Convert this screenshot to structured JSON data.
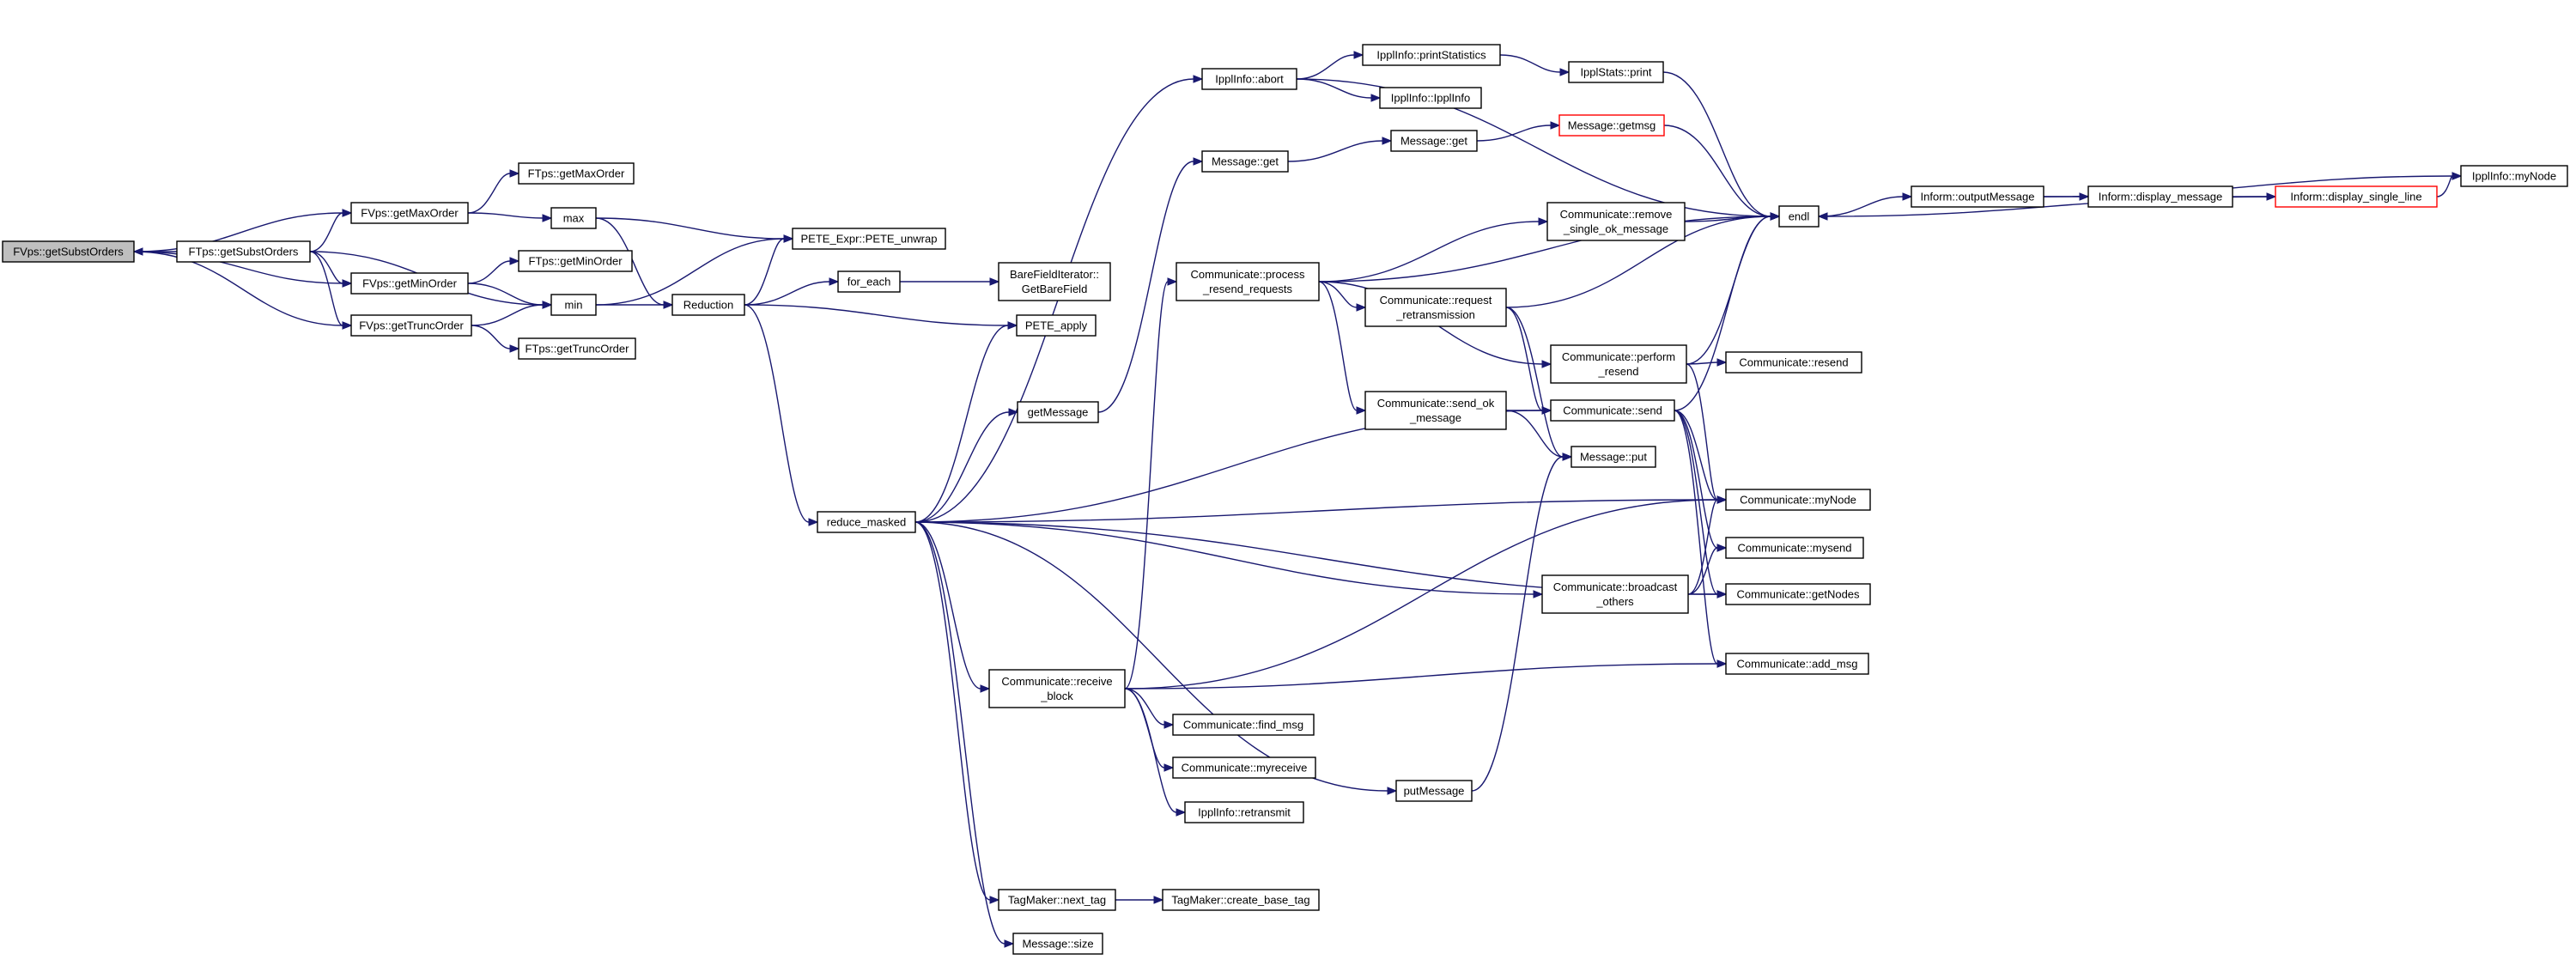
{
  "graph": {
    "nodes": [
      {
        "id": "fvps_getsubst",
        "lines": [
          "FVps::getSubstOrders"
        ],
        "root": true
      },
      {
        "id": "ftps_getsubst",
        "lines": [
          "FTps::getSubstOrders"
        ]
      },
      {
        "id": "fvps_getmax",
        "lines": [
          "FVps::getMaxOrder"
        ]
      },
      {
        "id": "fvps_getmin",
        "lines": [
          "FVps::getMinOrder"
        ]
      },
      {
        "id": "fvps_gettrunc",
        "lines": [
          "FVps::getTruncOrder"
        ]
      },
      {
        "id": "ftps_getmax",
        "lines": [
          "FTps::getMaxOrder"
        ]
      },
      {
        "id": "ftps_getmin",
        "lines": [
          "FTps::getMinOrder"
        ]
      },
      {
        "id": "ftps_gettrunc",
        "lines": [
          "FTps::getTruncOrder"
        ]
      },
      {
        "id": "max",
        "lines": [
          "max"
        ]
      },
      {
        "id": "min",
        "lines": [
          "min"
        ]
      },
      {
        "id": "reduction",
        "lines": [
          "Reduction"
        ]
      },
      {
        "id": "pete_unwrap",
        "lines": [
          "PETE_Expr::PETE_unwrap"
        ]
      },
      {
        "id": "for_each",
        "lines": [
          "for_each"
        ]
      },
      {
        "id": "barefield",
        "lines": [
          "BareFieldIterator::",
          "GetBareField"
        ]
      },
      {
        "id": "pete_apply",
        "lines": [
          "PETE_apply"
        ]
      },
      {
        "id": "reduce_masked",
        "lines": [
          "reduce_masked"
        ]
      },
      {
        "id": "ippl_abort",
        "lines": [
          "IpplInfo::abort"
        ]
      },
      {
        "id": "ippl_printstats",
        "lines": [
          "IpplInfo::printStatistics"
        ]
      },
      {
        "id": "ippl_ipplinfo",
        "lines": [
          "IpplInfo::IpplInfo"
        ]
      },
      {
        "id": "ipplstats_print",
        "lines": [
          "IpplStats::print"
        ]
      },
      {
        "id": "message_get1",
        "lines": [
          "Message::get"
        ]
      },
      {
        "id": "message_get2",
        "lines": [
          "Message::get"
        ]
      },
      {
        "id": "message_getmsg",
        "lines": [
          "Message::getmsg"
        ],
        "truncated": true
      },
      {
        "id": "getmessage",
        "lines": [
          "getMessage"
        ]
      },
      {
        "id": "comm_process",
        "lines": [
          "Communicate::process",
          "_resend_requests"
        ]
      },
      {
        "id": "comm_remove",
        "lines": [
          "Communicate::remove",
          "_single_ok_message"
        ]
      },
      {
        "id": "comm_request",
        "lines": [
          "Communicate::request",
          "_retransmission"
        ]
      },
      {
        "id": "comm_perform",
        "lines": [
          "Communicate::perform",
          "_resend"
        ]
      },
      {
        "id": "comm_resend",
        "lines": [
          "Communicate::resend"
        ]
      },
      {
        "id": "comm_sendok",
        "lines": [
          "Communicate::send_ok",
          "_message"
        ]
      },
      {
        "id": "comm_send",
        "lines": [
          "Communicate::send"
        ]
      },
      {
        "id": "message_put",
        "lines": [
          "Message::put"
        ]
      },
      {
        "id": "comm_mynode",
        "lines": [
          "Communicate::myNode"
        ]
      },
      {
        "id": "comm_mysend",
        "lines": [
          "Communicate::mysend"
        ]
      },
      {
        "id": "comm_getnodes",
        "lines": [
          "Communicate::getNodes"
        ]
      },
      {
        "id": "comm_broadcast",
        "lines": [
          "Communicate::broadcast",
          "_others"
        ]
      },
      {
        "id": "comm_addmsg",
        "lines": [
          "Communicate::add_msg"
        ]
      },
      {
        "id": "comm_receive",
        "lines": [
          "Communicate::receive",
          "_block"
        ]
      },
      {
        "id": "comm_findmsg",
        "lines": [
          "Communicate::find_msg"
        ]
      },
      {
        "id": "comm_myreceive",
        "lines": [
          "Communicate::myreceive"
        ]
      },
      {
        "id": "ippl_retransmit",
        "lines": [
          "IpplInfo::retransmit"
        ]
      },
      {
        "id": "putmessage",
        "lines": [
          "putMessage"
        ]
      },
      {
        "id": "tagmaker_next",
        "lines": [
          "TagMaker::next_tag"
        ]
      },
      {
        "id": "tagmaker_create",
        "lines": [
          "TagMaker::create_base_tag"
        ]
      },
      {
        "id": "message_size",
        "lines": [
          "Message::size"
        ]
      },
      {
        "id": "endl",
        "lines": [
          "endl"
        ]
      },
      {
        "id": "inform_output",
        "lines": [
          "Inform::outputMessage"
        ]
      },
      {
        "id": "inform_display",
        "lines": [
          "Inform::display_message"
        ]
      },
      {
        "id": "inform_single",
        "lines": [
          "Inform::display_single_line"
        ],
        "truncated": true
      },
      {
        "id": "ippl_mynode",
        "lines": [
          "IpplInfo::myNode"
        ]
      }
    ],
    "edges": [
      [
        "ftps_getsubst",
        "fvps_getsubst"
      ],
      [
        "fvps_getsubst",
        "fvps_getmax"
      ],
      [
        "fvps_getsubst",
        "fvps_getmin"
      ],
      [
        "fvps_getsubst",
        "fvps_gettrunc"
      ],
      [
        "ftps_getsubst",
        "fvps_getmax"
      ],
      [
        "ftps_getsubst",
        "fvps_getmin"
      ],
      [
        "ftps_getsubst",
        "fvps_gettrunc"
      ],
      [
        "ftps_getsubst",
        "min"
      ],
      [
        "fvps_getmax",
        "ftps_getmax"
      ],
      [
        "fvps_getmax",
        "max"
      ],
      [
        "fvps_getmin",
        "ftps_getmin"
      ],
      [
        "fvps_getmin",
        "min"
      ],
      [
        "fvps_gettrunc",
        "min"
      ],
      [
        "fvps_gettrunc",
        "ftps_gettrunc"
      ],
      [
        "max",
        "pete_unwrap"
      ],
      [
        "max",
        "reduction"
      ],
      [
        "min",
        "pete_unwrap"
      ],
      [
        "min",
        "reduction"
      ],
      [
        "reduction",
        "pete_unwrap"
      ],
      [
        "reduction",
        "for_each"
      ],
      [
        "reduction",
        "pete_apply"
      ],
      [
        "reduction",
        "reduce_masked"
      ],
      [
        "for_each",
        "barefield"
      ],
      [
        "reduce_masked",
        "ippl_abort"
      ],
      [
        "reduce_masked",
        "pete_apply"
      ],
      [
        "reduce_masked",
        "getmessage"
      ],
      [
        "reduce_masked",
        "comm_send"
      ],
      [
        "reduce_masked",
        "comm_mynode"
      ],
      [
        "reduce_masked",
        "comm_broadcast"
      ],
      [
        "reduce_masked",
        "comm_getnodes"
      ],
      [
        "reduce_masked",
        "comm_receive"
      ],
      [
        "reduce_masked",
        "putmessage"
      ],
      [
        "reduce_masked",
        "tagmaker_next"
      ],
      [
        "reduce_masked",
        "message_size"
      ],
      [
        "ippl_abort",
        "endl"
      ],
      [
        "ippl_abort",
        "ippl_printstats"
      ],
      [
        "ippl_abort",
        "ippl_ipplinfo"
      ],
      [
        "ippl_printstats",
        "ipplstats_print"
      ],
      [
        "ipplstats_print",
        "endl"
      ],
      [
        "getmessage",
        "message_get1"
      ],
      [
        "message_get1",
        "message_get2"
      ],
      [
        "message_get2",
        "message_getmsg"
      ],
      [
        "message_getmsg",
        "endl"
      ],
      [
        "comm_process",
        "endl"
      ],
      [
        "comm_process",
        "comm_remove"
      ],
      [
        "comm_process",
        "comm_request"
      ],
      [
        "comm_process",
        "comm_perform"
      ],
      [
        "comm_process",
        "comm_sendok"
      ],
      [
        "comm_remove",
        "endl"
      ],
      [
        "comm_request",
        "endl"
      ],
      [
        "comm_request",
        "comm_send"
      ],
      [
        "comm_request",
        "message_put"
      ],
      [
        "comm_perform",
        "endl"
      ],
      [
        "comm_perform",
        "comm_resend"
      ],
      [
        "comm_perform",
        "comm_mynode"
      ],
      [
        "comm_sendok",
        "comm_send"
      ],
      [
        "comm_sendok",
        "message_put"
      ],
      [
        "comm_send",
        "endl"
      ],
      [
        "comm_send",
        "comm_mynode"
      ],
      [
        "comm_send",
        "comm_mysend"
      ],
      [
        "comm_send",
        "comm_getnodes"
      ],
      [
        "comm_send",
        "comm_addmsg"
      ],
      [
        "comm_broadcast",
        "comm_mynode"
      ],
      [
        "comm_broadcast",
        "comm_mysend"
      ],
      [
        "comm_broadcast",
        "comm_getnodes"
      ],
      [
        "comm_receive",
        "comm_process"
      ],
      [
        "comm_receive",
        "comm_mynode"
      ],
      [
        "comm_receive",
        "comm_addmsg"
      ],
      [
        "comm_receive",
        "comm_findmsg"
      ],
      [
        "comm_receive",
        "comm_myreceive"
      ],
      [
        "comm_receive",
        "ippl_retransmit"
      ],
      [
        "putmessage",
        "message_put"
      ],
      [
        "tagmaker_next",
        "tagmaker_create"
      ],
      [
        "endl",
        "inform_output"
      ],
      [
        "inform_output",
        "ippl_mynode"
      ],
      [
        "inform_output",
        "inform_display"
      ],
      [
        "inform_display",
        "inform_single"
      ],
      [
        "inform_single",
        "endl"
      ],
      [
        "inform_single",
        "ippl_mynode"
      ]
    ]
  }
}
